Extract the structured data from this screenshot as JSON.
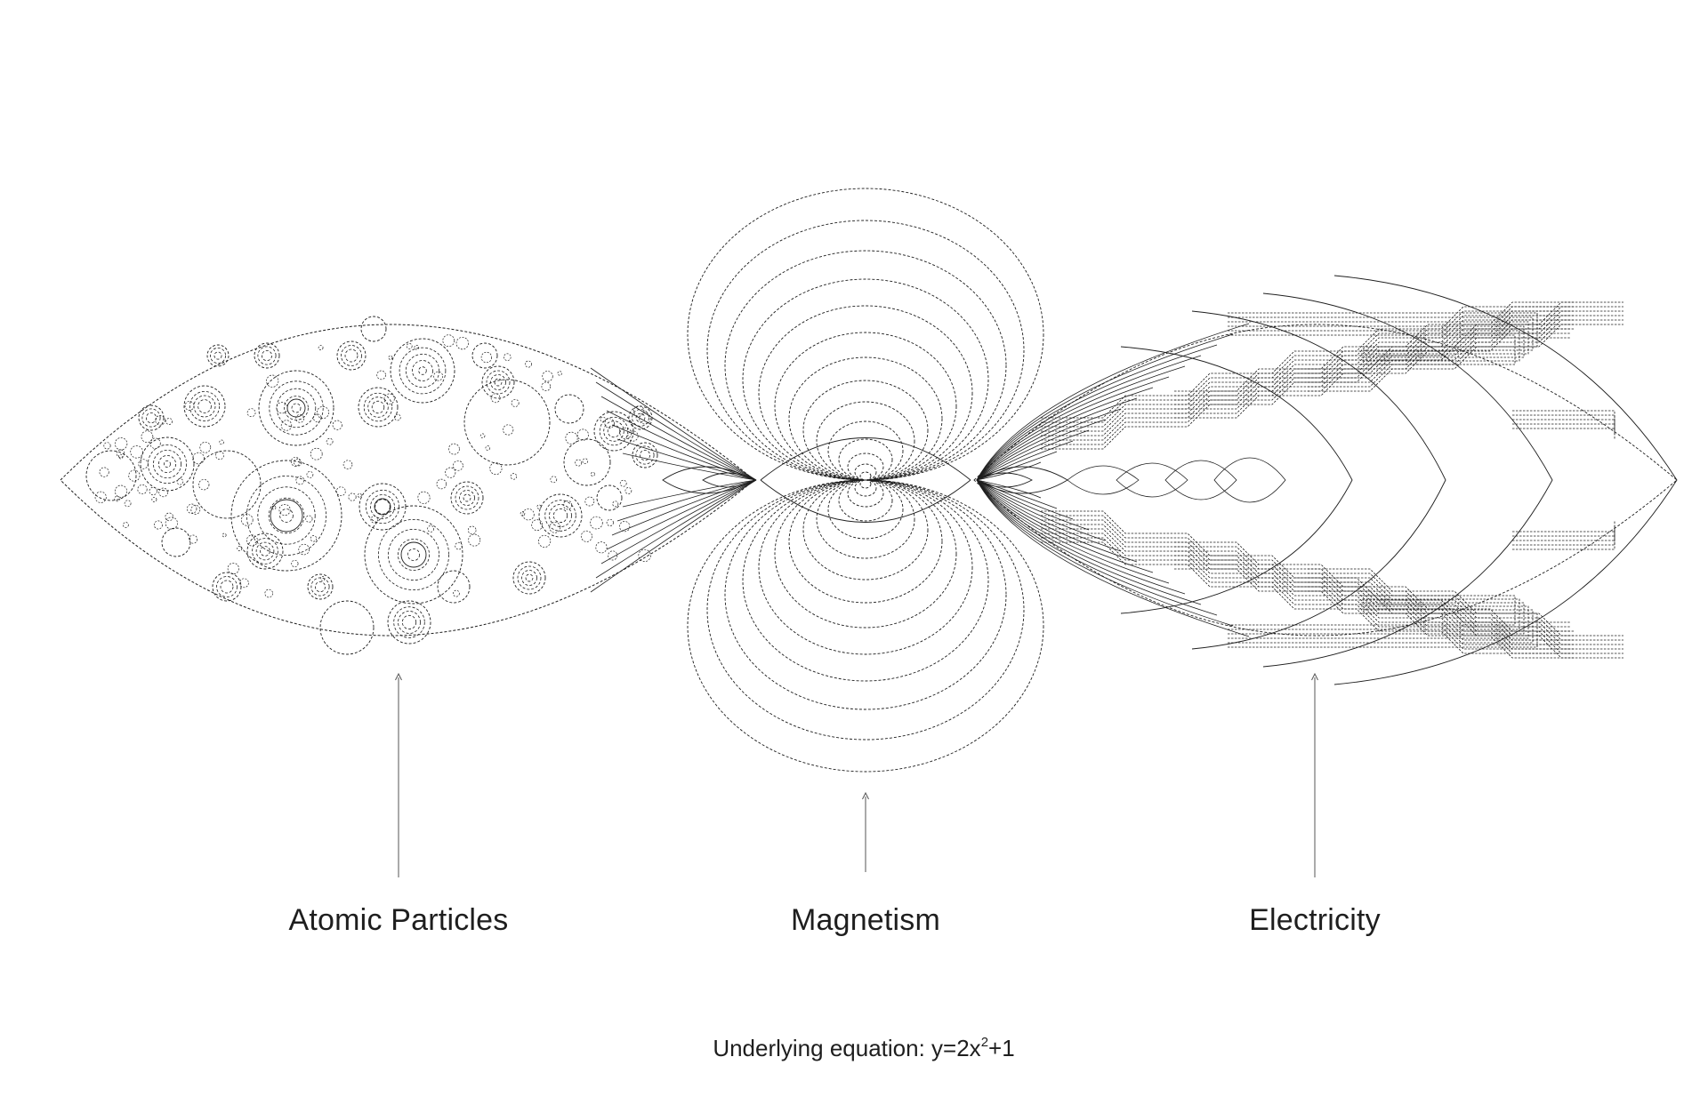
{
  "labels": {
    "atomic": "Atomic Particles",
    "magnetism": "Magnetism",
    "electricity": "Electricity"
  },
  "equation": {
    "prefix": "Underlying equation: ",
    "base": "y=2x",
    "exponent": "2",
    "suffix": "+1"
  },
  "colors": {
    "ink": "#1e1e1e",
    "background": "#ffffff"
  }
}
